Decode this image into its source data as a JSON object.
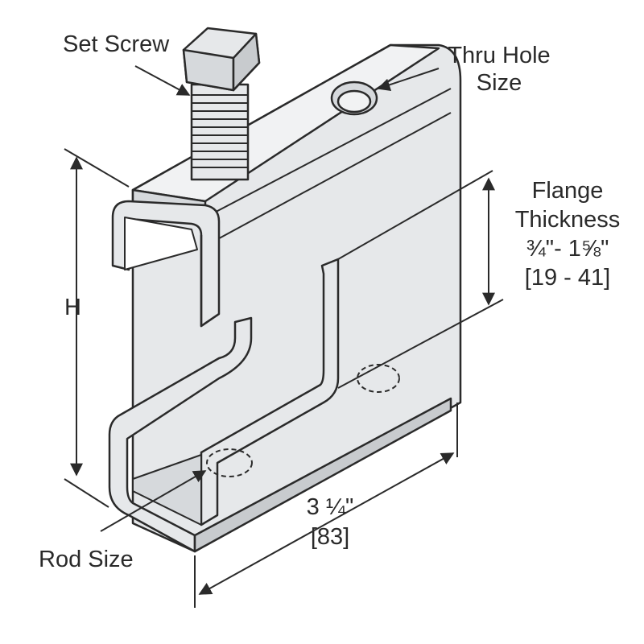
{
  "labels": {
    "set_screw": "Set Screw",
    "thru_hole_line1": "Thru Hole",
    "thru_hole_line2": "Size",
    "flange_line1": "Flange",
    "flange_line2": "Thickness",
    "flange_line3": "¾\"- 1⅝\"",
    "flange_line4": "[19 - 41]",
    "height": "H",
    "width_imperial": "3 ¼\"",
    "width_metric": "[83]",
    "rod_size": "Rod Size"
  },
  "colors": {
    "line": "#2a2a2a",
    "metal_face": "#e6e8ea",
    "metal_light": "#f1f2f3",
    "metal_dark": "#c8cbce",
    "metal_edge": "#d6d9dc"
  }
}
